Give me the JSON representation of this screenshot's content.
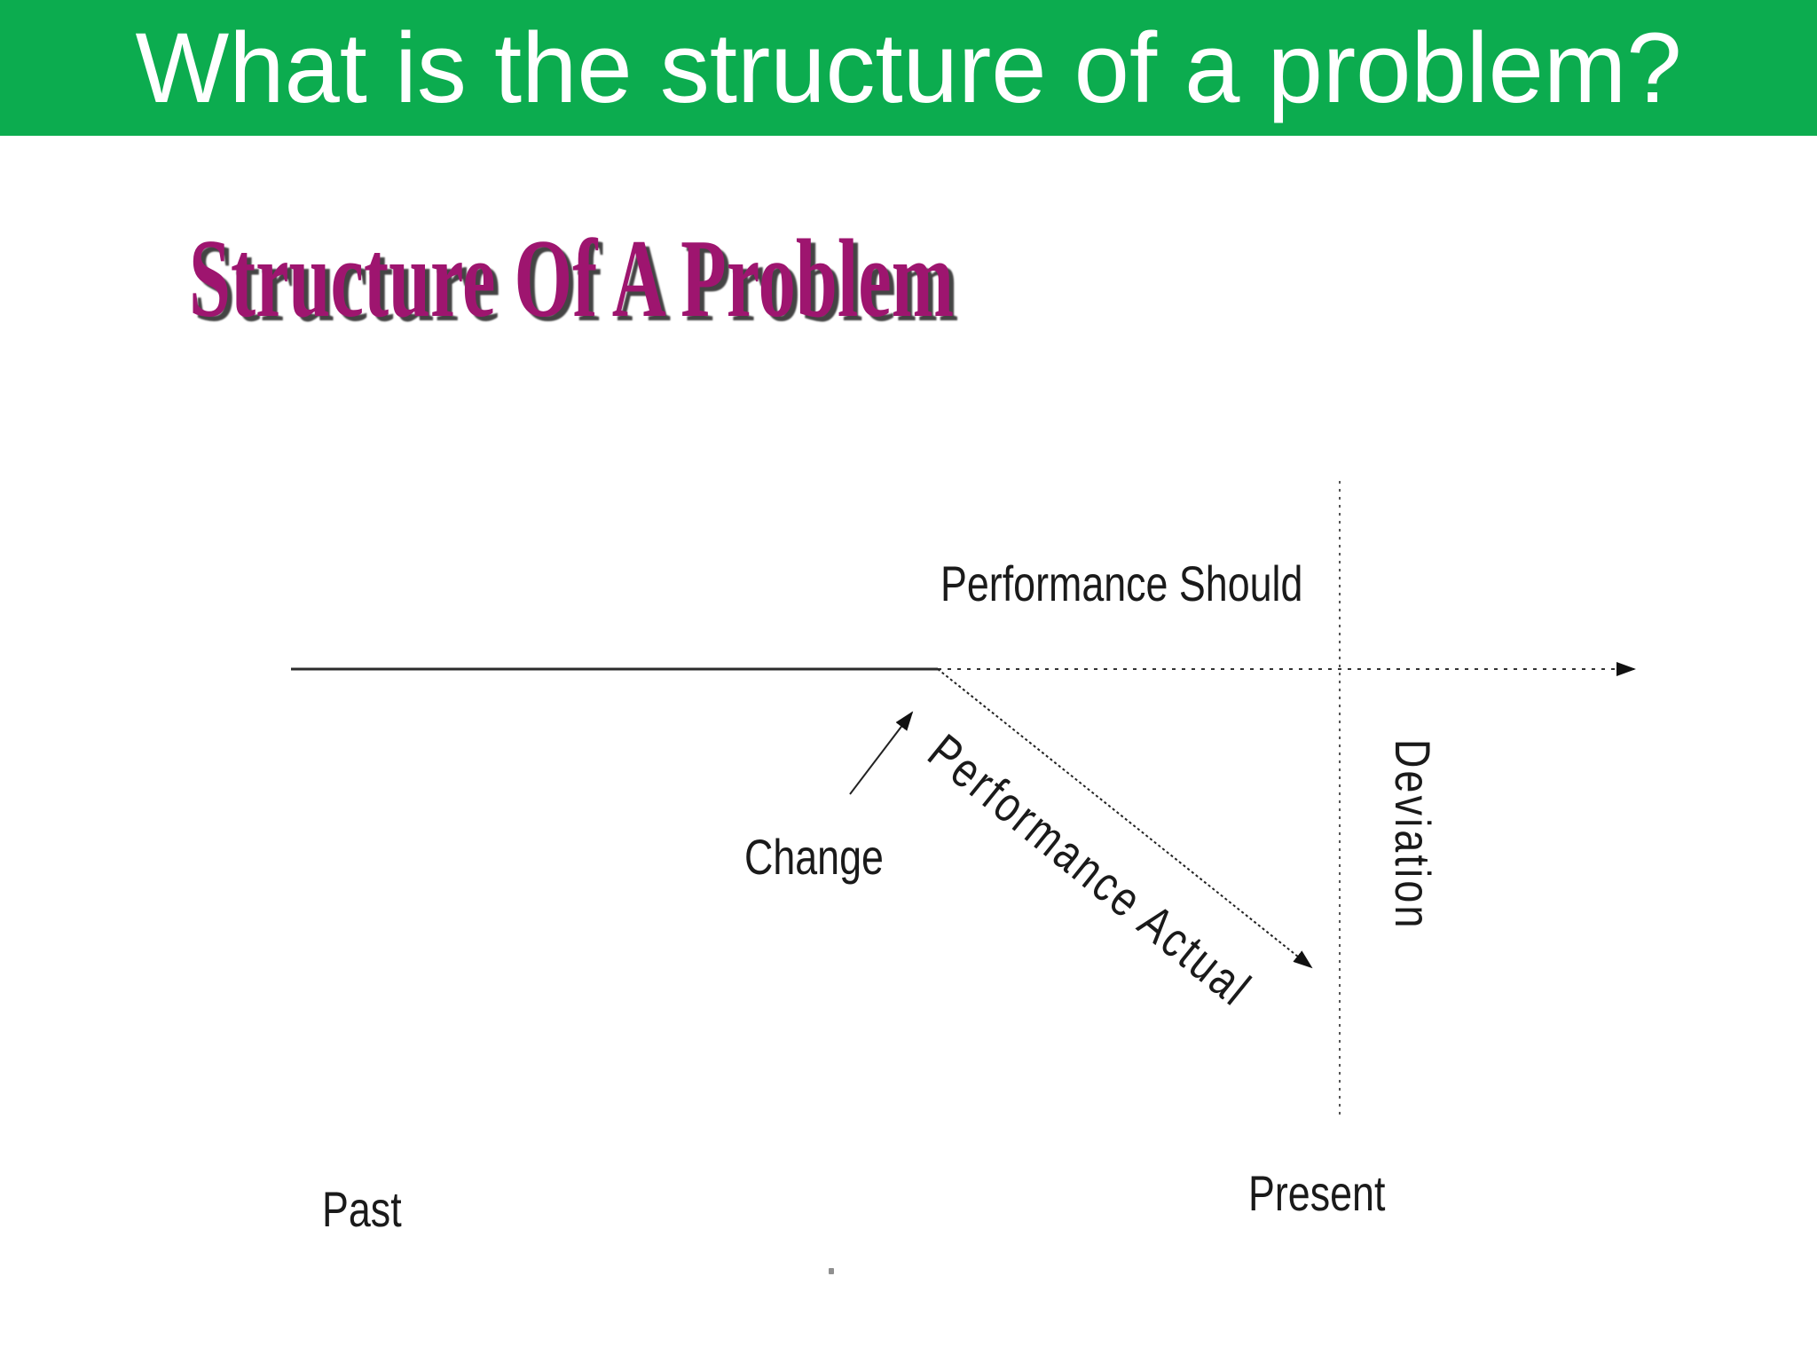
{
  "header": {
    "title": "What is the structure of a problem?",
    "bg_color": "#0CAC4F",
    "text_color": "#FFFFFF"
  },
  "slide": {
    "title": "Structure Of A Problem",
    "title_color": "#9E156F",
    "title_shadow_color": "#444444",
    "background_color": "#FFFFFF"
  },
  "diagram": {
    "labels": {
      "performance_should": "Performance Should",
      "performance_actual": "Performance Actual",
      "change": "Change",
      "deviation": "Deviation",
      "past": "Past",
      "present": "Present"
    },
    "line_color": "#222222",
    "description": "Timeline diagram: solid past-performance line bends at a change point; dashed line continues as Performance Should with right arrow; dotted diagonal arrow falls as Performance Actual; vertical dotted line at Present marks the Deviation gap; Change arrow points at the bend."
  }
}
